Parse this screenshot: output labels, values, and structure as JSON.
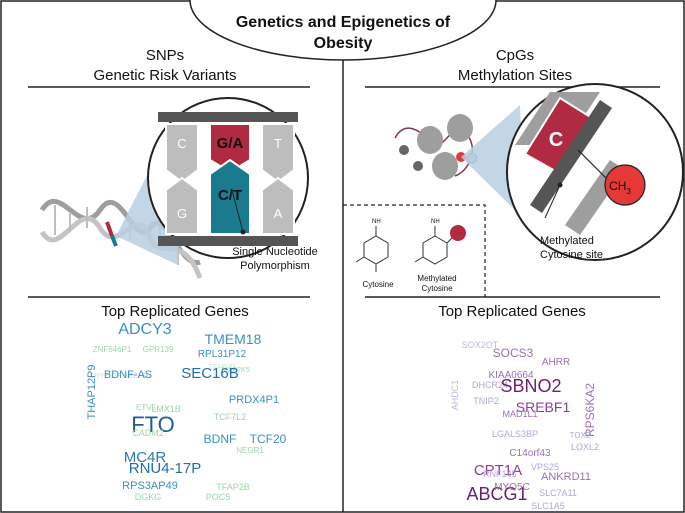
{
  "title": [
    "Genetics and Epigenetics of",
    "Obesity"
  ],
  "left": {
    "heading": [
      "SNPs",
      "Genetic Risk Variants"
    ],
    "bases": {
      "top": [
        "C",
        "G/A",
        "T"
      ],
      "bottom": [
        "G",
        "C/T",
        "A"
      ]
    },
    "snp_label": [
      "Single Nucleotide",
      "Polymorphism"
    ],
    "genes_heading": "Top Replicated Genes",
    "words": [
      {
        "t": "ADCY3",
        "s": 16,
        "c": "#3b8fc4"
      },
      {
        "t": "TMEM18",
        "s": 14,
        "c": "#3b8fc4"
      },
      {
        "t": "ZNF646P1",
        "s": 8,
        "c": "#9fd4a8"
      },
      {
        "t": "GPR139",
        "s": 8,
        "c": "#9fd4a8"
      },
      {
        "t": "RPL31P12",
        "s": 10,
        "c": "#3b8fc4"
      },
      {
        "t": "TFAP2D",
        "s": 7,
        "c": "#c8e6c9"
      },
      {
        "t": "MAP2K5",
        "s": 7,
        "c": "#9fd4a8"
      },
      {
        "t": "CRYZL2P-SEC16B",
        "s": 7,
        "c": "#c8e6c9"
      },
      {
        "t": "BDNF-AS",
        "s": 11,
        "c": "#3b8fc4"
      },
      {
        "t": "SEC16B",
        "s": 15,
        "c": "#1f6fa8"
      },
      {
        "t": "PRDX4P1",
        "s": 11,
        "c": "#3b8fc4"
      },
      {
        "t": "ETV5",
        "s": 8,
        "c": "#9fd4a8"
      },
      {
        "t": "THAP12P9",
        "s": 11,
        "c": "#3b8fc4"
      },
      {
        "t": "LMX1B",
        "s": 9,
        "c": "#9fd4a8"
      },
      {
        "t": "TCF7L2",
        "s": 9,
        "c": "#9fd4a8"
      },
      {
        "t": "FTO",
        "s": 22,
        "c": "#1f5d99"
      },
      {
        "t": "CADM2",
        "s": 9,
        "c": "#9fd4a8"
      },
      {
        "t": "BDNF",
        "s": 12,
        "c": "#3b8fc4"
      },
      {
        "t": "TCF20",
        "s": 12,
        "c": "#3b8fc4"
      },
      {
        "t": "MC4R",
        "s": 15,
        "c": "#2b7bb9"
      },
      {
        "t": "NEGR1",
        "s": 8,
        "c": "#9fd4a8"
      },
      {
        "t": "RNU4-17P",
        "s": 15,
        "c": "#1f6fa8"
      },
      {
        "t": "RPS3AP49",
        "s": 11,
        "c": "#3b8fc4"
      },
      {
        "t": "TFAP2B",
        "s": 9,
        "c": "#9fd4a8"
      },
      {
        "t": "DGKG",
        "s": 9,
        "c": "#9fd4a8"
      },
      {
        "t": "POC5",
        "s": 9,
        "c": "#9fd4a8"
      }
    ]
  },
  "right": {
    "heading": [
      "CpGs",
      "Methylation Sites"
    ],
    "base_c": "C",
    "methyl_label": [
      "CH",
      "3"
    ],
    "cytosine_label": "Cytosine",
    "methylated_label": [
      "Methylated",
      "Cytosine"
    ],
    "nh2_label": "NH",
    "site_label": [
      "Methylated",
      "Cytosine site"
    ],
    "genes_heading": "Top Replicated Genes",
    "words": [
      {
        "t": "SOCS3",
        "s": 12,
        "c": "#9b6fb5"
      },
      {
        "t": "SOX2OT",
        "s": 9,
        "c": "#c3b6dc"
      },
      {
        "t": "AHRR",
        "s": 10,
        "c": "#9b6fb5"
      },
      {
        "t": "KIAA0664",
        "s": 10,
        "c": "#9b6fb5"
      },
      {
        "t": "AHDC1",
        "s": 9,
        "c": "#c3b6dc"
      },
      {
        "t": "DHCR24",
        "s": 9,
        "c": "#b0a6d6"
      },
      {
        "t": "SBNO2",
        "s": 18,
        "c": "#6b1f6e"
      },
      {
        "t": "SREBF1",
        "s": 14,
        "c": "#8e3d9a"
      },
      {
        "t": "TNIP2",
        "s": 9,
        "c": "#b0a6d6"
      },
      {
        "t": "MAD1L1",
        "s": 9,
        "c": "#9b6fb5"
      },
      {
        "t": "RPS6KA2",
        "s": 12,
        "c": "#9b6fb5"
      },
      {
        "t": "LGALS3BP",
        "s": 9,
        "c": "#b0a6d6"
      },
      {
        "t": "TOX2",
        "s": 8,
        "c": "#b0a6d6"
      },
      {
        "t": "C14orf43",
        "s": 10,
        "c": "#9b6fb5"
      },
      {
        "t": "LOXL2",
        "s": 9,
        "c": "#b0a6d6"
      },
      {
        "t": "CPT1A",
        "s": 15,
        "c": "#8e3d9a"
      },
      {
        "t": "RNF145",
        "s": 9,
        "c": "#b0a6d6"
      },
      {
        "t": "VPS25",
        "s": 9,
        "c": "#b0a6d6"
      },
      {
        "t": "ANKRD11",
        "s": 11,
        "c": "#9b6fb5"
      },
      {
        "t": "ABCG1",
        "s": 18,
        "c": "#6b1f6e"
      },
      {
        "t": "MYO5C",
        "s": 10,
        "c": "#9b6fb5"
      },
      {
        "t": "SLC7A11",
        "s": 9,
        "c": "#b0a6d6"
      },
      {
        "t": "SLC1A5",
        "s": 9,
        "c": "#b0a6d6"
      }
    ]
  },
  "colors": {
    "red": "#b02a42",
    "teal": "#1a7a8e",
    "gray": "#a8a8a8",
    "dark": "#555555",
    "lens": "#b8cfe0",
    "methyl": "#e53935"
  }
}
